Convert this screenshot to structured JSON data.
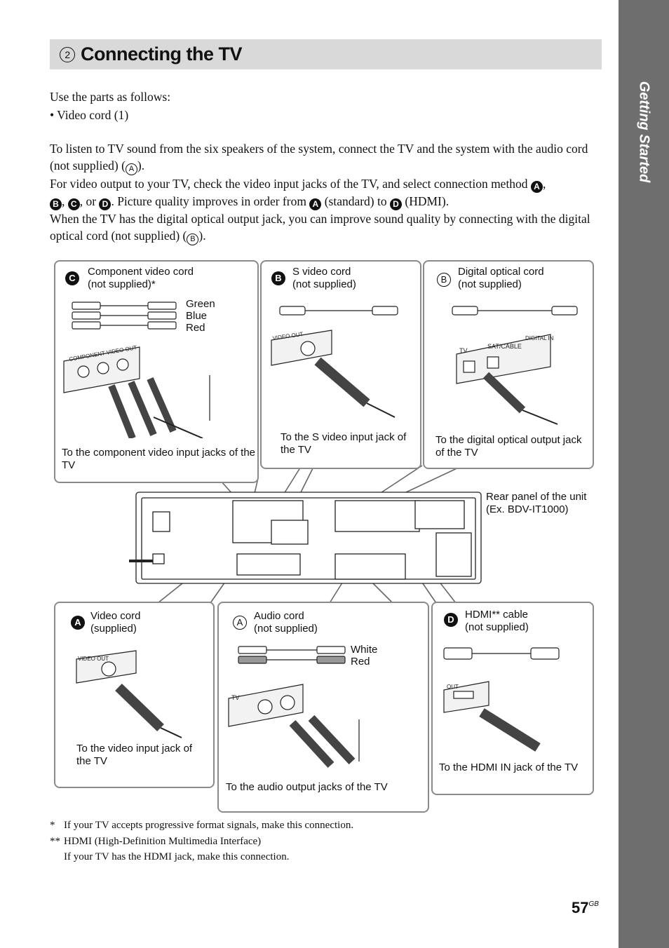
{
  "section": {
    "number": "2",
    "title": "Connecting the TV",
    "side_tab": "Getting Started"
  },
  "intro": {
    "line1": "Use the parts as follows:",
    "bullet": "• Video cord (1)"
  },
  "para": {
    "p1": "To listen to TV sound from the six speakers of the system, connect the TV and the system with the audio cord (not supplied) (",
    "p1_end": ").",
    "p2a": "For video output to your TV, check the video input jacks of the TV, and select connection method ",
    "p2_comma1": ",",
    "p2_comma2": ",",
    "p2_or": ", or ",
    "p2b": ". Picture quality improves in order from ",
    "p2c": " (standard) to ",
    "p2d": " (HDMI).",
    "p3": "When the TV has the digital optical output jack, you can improve sound quality by connecting with the digital optical cord (not supplied) (",
    "p3_end": ")."
  },
  "letters": {
    "a": "A",
    "b": "B",
    "c": "C",
    "d": "D"
  },
  "panels": {
    "component": {
      "title": "Component video cord",
      "sub": "(not supplied)*",
      "green": "Green",
      "blue": "Blue",
      "red": "Red",
      "jack_label": "COMPONENT VIDEO OUT",
      "caption": "To the component video input jacks of the TV"
    },
    "svideo": {
      "title": "S video cord",
      "sub": "(not supplied)",
      "jack_label": "VIDEO OUT",
      "caption": "To the S video input jack of the TV"
    },
    "optical": {
      "title": "Digital optical cord",
      "sub": "(not supplied)",
      "jack_tv": "TV",
      "jack_sat": "SAT/CABLE",
      "jack_digital": "DIGITAL IN",
      "caption": "To the digital optical output jack of the TV"
    },
    "video": {
      "title": "Video cord",
      "sub": "(supplied)",
      "jack_label": "VIDEO OUT",
      "caption": "To the video input jack of the TV"
    },
    "audio": {
      "title": "Audio cord",
      "sub": "(not supplied)",
      "white": "White",
      "red": "Red",
      "jack_label": "TV",
      "caption": "To the audio output jacks of the TV"
    },
    "hdmi": {
      "title": "HDMI** cable",
      "sub": "(not supplied)",
      "jack_label": "OUT",
      "caption": "To the HDMI IN jack of the TV"
    }
  },
  "rear_panel": {
    "label": "Rear panel of the unit",
    "model": "(Ex. BDV-IT1000)"
  },
  "notes": {
    "n1_mark": "*",
    "n1": "If your TV accepts progressive format signals, make this connection.",
    "n2_mark": "**",
    "n2": "HDMI (High-Definition Multimedia Interface)",
    "n2b": "If your TV has the HDMI jack, make this connection."
  },
  "page": {
    "number": "57",
    "suffix": "GB"
  }
}
